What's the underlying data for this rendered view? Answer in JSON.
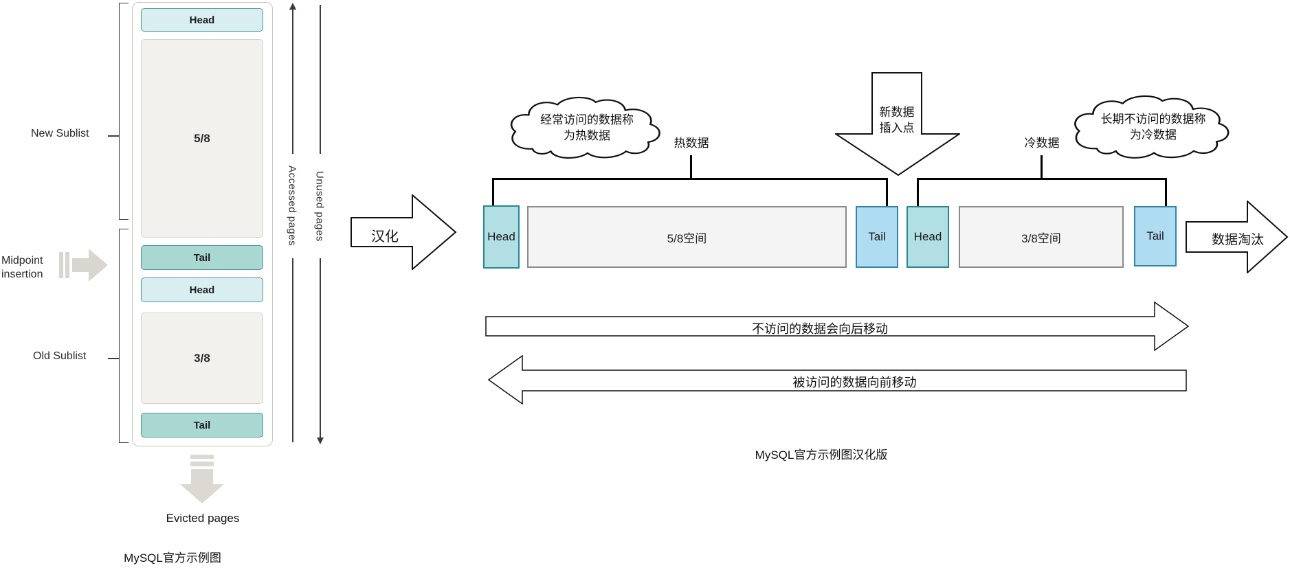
{
  "colors": {
    "left_head_fill": "#d9eef1",
    "left_tail_fill": "#a9d7d2",
    "left_teal_border": "#4f959c",
    "left_gray_fill": "#f2f1ee",
    "right_head_fill": "#b2dfe3",
    "right_head_border": "#27878f",
    "right_tail_fill": "#b0dcf2",
    "right_tail_border": "#2f86ad",
    "right_gray_fill": "#f4f4f4",
    "gray_arrow_fill": "#d9d6d0",
    "line_black": "#000000"
  },
  "left": {
    "new_sublist_label": "New Sublist",
    "old_sublist_label": "Old Sublist",
    "midpoint_line1": "Midpoint",
    "midpoint_line2": "insertion",
    "accessed_pages": "Accessed pages",
    "unused_pages": "Unused pages",
    "evicted_pages": "Evicted pages",
    "new_head": "Head",
    "new_fraction": "5/8",
    "new_tail": "Tail",
    "old_head": "Head",
    "old_fraction": "3/8",
    "old_tail": "Tail",
    "caption": "MySQL官方示例图"
  },
  "translate_arrow_label": "汉化",
  "right": {
    "hot_cloud_line1": "经常访问的数据称",
    "hot_cloud_line2": "为热数据",
    "cold_cloud_line1": "长期不访问的数据称",
    "cold_cloud_line2": "为冷数据",
    "hot_label": "热数据",
    "cold_label": "冷数据",
    "insert_line1": "新数据",
    "insert_line2": "插入点",
    "hot_head": "Head",
    "hot_space": "5/8空间",
    "hot_tail": "Tail",
    "cold_head": "Head",
    "cold_space": "3/8空间",
    "cold_tail": "Tail",
    "evict_label": "数据淘汰",
    "arrow_backward": "不访问的数据会向后移动",
    "arrow_forward": "被访问的数据向前移动",
    "caption": "MySQL官方示例图汉化版"
  }
}
